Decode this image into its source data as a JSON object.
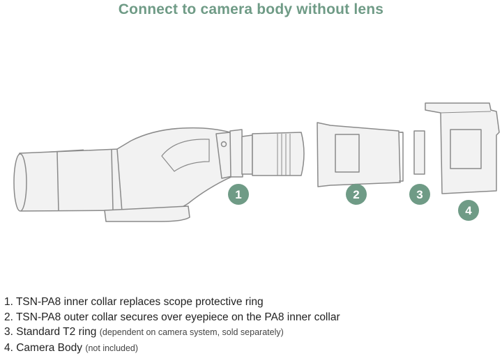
{
  "title": "Connect to camera body without lens",
  "colors": {
    "accent": "#6f9b86",
    "outline": "#8a8a8a",
    "fill": "#f2f2f2",
    "grip": "#dcdcdc"
  },
  "badges": [
    {
      "label": "1"
    },
    {
      "label": "2"
    },
    {
      "label": "3"
    },
    {
      "label": "4"
    }
  ],
  "legend": [
    {
      "main": "1. TSN-PA8 inner collar replaces scope protective ring",
      "note": ""
    },
    {
      "main": "2. TSN-PA8 outer collar secures over eyepiece on the PA8 inner collar",
      "note": ""
    },
    {
      "main": "3. Standard T2 ring",
      "note": "(dependent on camera system, sold separately)"
    },
    {
      "main": "4. Camera Body",
      "note": "(not included)"
    }
  ]
}
